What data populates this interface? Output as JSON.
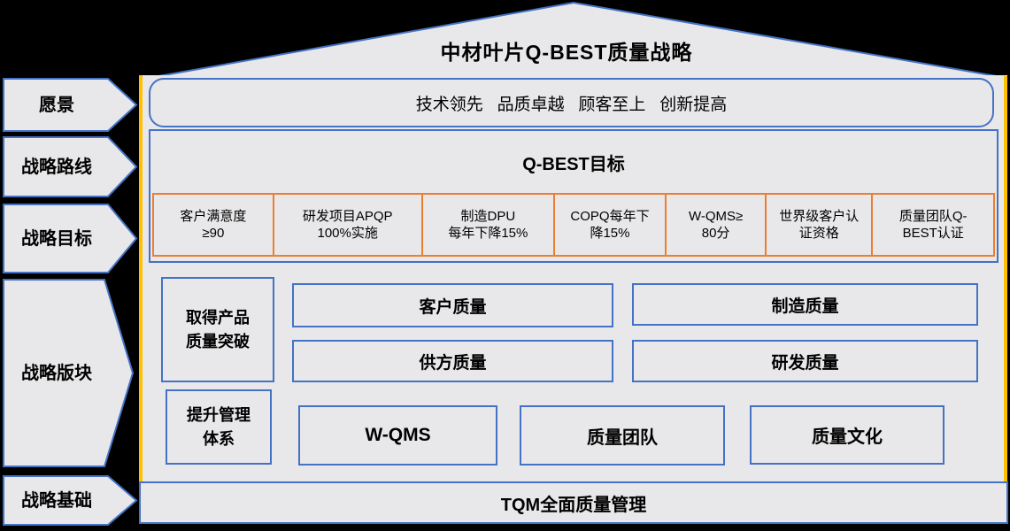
{
  "title": "中材叶片Q-BEST质量战略",
  "colors": {
    "background": "#000000",
    "panel_fill": "#E8E8EA",
    "border_blue": "#4472C4",
    "border_orange": "#ED7D31",
    "frame_yellow": "#FFC000",
    "text": "#000000"
  },
  "sidebar": {
    "items": [
      {
        "label": "愿景"
      },
      {
        "label": "战略路线"
      },
      {
        "label": "战略目标"
      },
      {
        "label": "战略版块"
      },
      {
        "label": "战略基础"
      }
    ]
  },
  "vision": {
    "text": "技术领先   品质卓越   顾客至上   创新提高"
  },
  "goals": {
    "title": "Q-BEST目标",
    "items": [
      {
        "label": "客户满意度\n≥90"
      },
      {
        "label": "研发项目APQP\n100%实施"
      },
      {
        "label": "制造DPU\n每年下降15%"
      },
      {
        "label": "COPQ每年下\n降15%"
      },
      {
        "label": "W-QMS≥\n80分"
      },
      {
        "label": "世界级客户认\n证资格"
      },
      {
        "label": "质量团队Q-\nBEST认证"
      }
    ]
  },
  "blocks": {
    "breakthrough": "取得产品\n质量突破",
    "customer": "客户质量",
    "manufacturing": "制造质量",
    "supplier": "供方质量",
    "rd": "研发质量",
    "system_upgrade": "提升管理\n体系",
    "wqms": "W-QMS",
    "team": "质量团队",
    "culture": "质量文化"
  },
  "foundation": {
    "text": "TQM全面质量管理"
  }
}
